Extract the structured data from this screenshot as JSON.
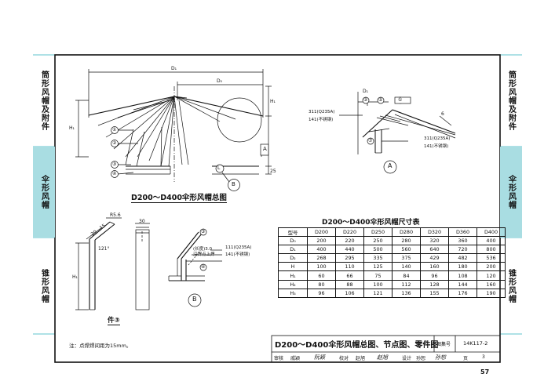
{
  "side_tabs": {
    "left": [
      "筒形风帽及附件",
      "伞形风帽",
      "锥形风帽"
    ],
    "right": [
      "筒形风帽及附件",
      "伞形风帽",
      "锥形风帽"
    ]
  },
  "main_drawing": {
    "caption": "D200～D400伞形风帽总图",
    "dims": {
      "d1": "D₁",
      "d0": "D₀",
      "h1": "H₁",
      "h2": "H₁",
      "h25": "25",
      "l": "L"
    },
    "balloons": [
      "①",
      "②",
      "③",
      "④"
    ],
    "section_marks": {
      "a": "A",
      "b": "B"
    }
  },
  "detail_a": {
    "mark": "A",
    "dims": {
      "d1": "D₁",
      "six": "6"
    },
    "balloons": [
      "②",
      "⑤",
      "①",
      "⑦"
    ],
    "notes_top": [
      "311(Q235A)",
      "141(不锈钢)"
    ],
    "notes_bottom": [
      "311(Q235A)",
      "141(不锈钢)"
    ]
  },
  "part3": {
    "caption": "件③",
    "labels": {
      "r": "R5.6",
      "a20": "20",
      "a15": "15",
      "ang": "121°",
      "h1": "H₁",
      "w30": "30"
    }
  },
  "detail_b": {
    "mark": "B",
    "balloons": [
      "③",
      "④"
    ],
    "notes": [
      "(长度)3.0",
      "沿焊点上焊",
      "111(Q235A)",
      "141(不锈钢)"
    ]
  },
  "dimension_table": {
    "title": "D200～D400伞形风帽尺寸表",
    "header": [
      "型号",
      "D200",
      "D220",
      "D250",
      "D280",
      "D320",
      "D360",
      "D400"
    ],
    "rows": [
      [
        "D₀",
        "200",
        "220",
        "250",
        "280",
        "320",
        "360",
        "400"
      ],
      [
        "D₁",
        "400",
        "440",
        "500",
        "560",
        "640",
        "720",
        "800"
      ],
      [
        "D₂",
        "268",
        "295",
        "335",
        "375",
        "429",
        "482",
        "536"
      ],
      [
        "H",
        "100",
        "110",
        "125",
        "140",
        "160",
        "180",
        "200"
      ],
      [
        "H₁",
        "60",
        "66",
        "75",
        "84",
        "96",
        "108",
        "120"
      ],
      [
        "H₂",
        "80",
        "88",
        "100",
        "112",
        "128",
        "144",
        "160"
      ],
      [
        "H₃",
        "96",
        "106",
        "121",
        "136",
        "155",
        "176",
        "190"
      ]
    ]
  },
  "note": "注：点焊焊间距为15mm。",
  "title_block": {
    "drawing_title": "D200～D400伞形风帽总图、节点图、零件图",
    "atlas_label": "图集号",
    "atlas_no": "14K117-2",
    "review_label": "审核",
    "reviewer": "戚颖",
    "check_label": "校对",
    "checker": "赵旭",
    "design_label": "设计",
    "designer": "孙恕",
    "page_label": "页",
    "page_no": "3",
    "sig1": "阮颖",
    "sig2": "赵旭",
    "sig3": "孙恕"
  },
  "page_number": "57",
  "colors": {
    "tab_highlight": "#a9dde2",
    "line": "#111111",
    "teal_rule": "#5fc3cc"
  }
}
